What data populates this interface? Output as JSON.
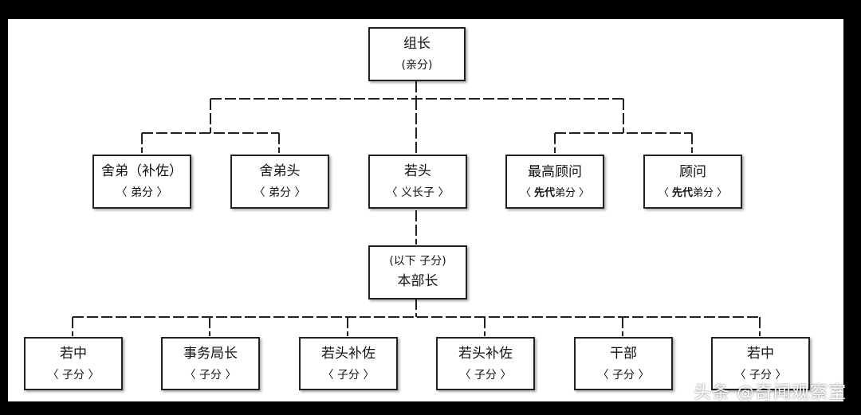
{
  "top": {
    "title": "组长",
    "sub": "(亲分)"
  },
  "level2": [
    {
      "title": "舍弟（补佐）",
      "sub": "〈 弟分 〉"
    },
    {
      "title": "舍弟头",
      "sub": "〈 弟分 〉"
    },
    {
      "title": "若头",
      "sub": "〈 义长子 〉"
    },
    {
      "title": "最高顾问",
      "sub_prefix": "〈 ",
      "sub_bold": "先代",
      "sub_suffix": "弟分 〉"
    },
    {
      "title": "顾问",
      "sub_prefix": "〈 ",
      "sub_bold": "先代",
      "sub_suffix": "弟分 〉"
    }
  ],
  "middle": {
    "title": "(以下 子分)",
    "sub": "本部长"
  },
  "level4": [
    {
      "title": "若中",
      "sub": "〈 子分 〉"
    },
    {
      "title": "事务局长",
      "sub": "〈 子分 〉"
    },
    {
      "title": "若头补佐",
      "sub": "〈 子分 〉"
    },
    {
      "title": "若头补佐",
      "sub": "〈 子分 〉"
    },
    {
      "title": "干部",
      "sub": "〈 子分 〉"
    },
    {
      "title": "若中",
      "sub": "〈 子分 〉"
    }
  ],
  "watermark": "头条 @奇闻观察室"
}
